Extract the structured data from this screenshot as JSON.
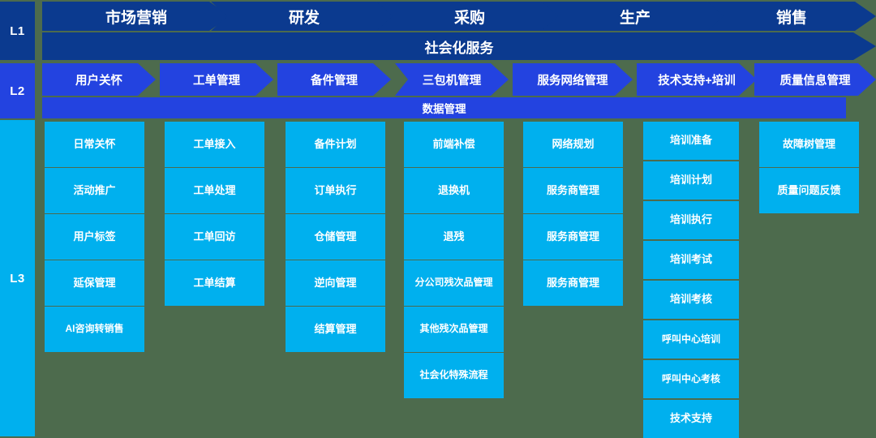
{
  "levels": {
    "l1": "L1",
    "l2": "L2",
    "l3": "L3"
  },
  "colors": {
    "background": "#4d6b4d",
    "l1_blue": "#0b3a8f",
    "l2_blue": "#2343e0",
    "l3_cyan": "#00b0ee",
    "text": "#ffffff"
  },
  "l1": {
    "stages": [
      {
        "label": "市场营销"
      },
      {
        "label": "研发"
      },
      {
        "label": "采购"
      },
      {
        "label": "生产"
      },
      {
        "label": "销售"
      }
    ],
    "banner": "社会化服务"
  },
  "l2": {
    "items": [
      {
        "label": "用户关怀"
      },
      {
        "label": "工单管理"
      },
      {
        "label": "备件管理"
      },
      {
        "label": "三包机管理"
      },
      {
        "label": "服务网络管理"
      },
      {
        "label": "技术支持+培训"
      },
      {
        "label": "质量信息管理"
      }
    ],
    "banner": "数据管理"
  },
  "l3": {
    "columns": [
      {
        "parent": "用户关怀",
        "items": [
          "日常关怀",
          "活动推广",
          "用户标签",
          "延保管理",
          "AI咨询转销售"
        ]
      },
      {
        "parent": "工单管理",
        "items": [
          "工单接入",
          "工单处理",
          "工单回访",
          "工单结算"
        ]
      },
      {
        "parent": "备件管理",
        "items": [
          "备件计划",
          "订单执行",
          "仓储管理",
          "逆向管理",
          "结算管理"
        ]
      },
      {
        "parent": "三包机管理",
        "items": [
          "前端补偿",
          "退换机",
          "退残",
          "分公司残次品管理",
          "其他残次品管理",
          "社会化特殊流程"
        ]
      },
      {
        "parent": "服务网络管理",
        "items": [
          "网络规划",
          "服务商管理",
          "服务商管理",
          "服务商管理"
        ]
      },
      {
        "parent": "技术支持+培训",
        "items": [
          "培训准备",
          "培训计划",
          "培训执行",
          "培训考试",
          "培训考核",
          "呼叫中心培训",
          "呼叫中心考核",
          "技术支持"
        ]
      },
      {
        "parent": "质量信息管理",
        "items": [
          "故障树管理",
          "质量问题反馈"
        ]
      }
    ]
  }
}
